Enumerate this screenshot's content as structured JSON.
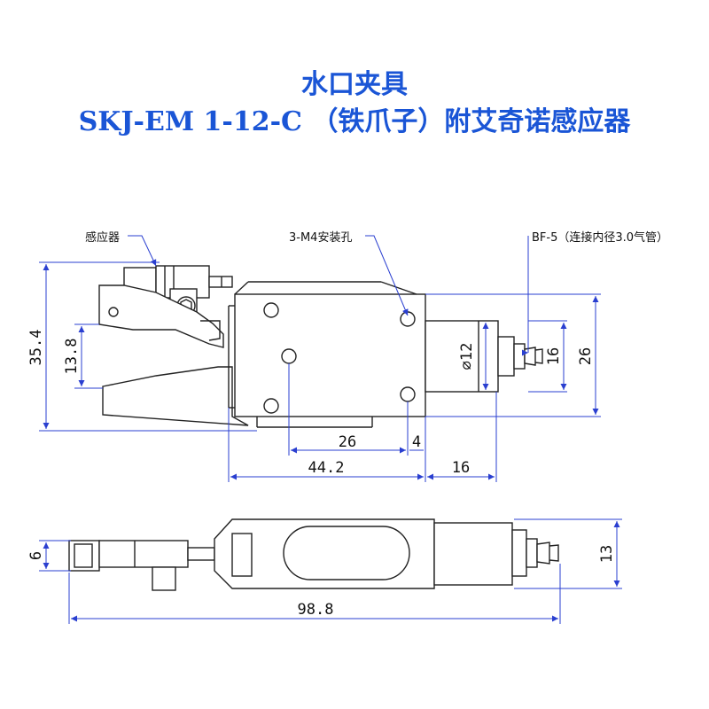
{
  "title": {
    "line1": "水口夹具",
    "line2": "SKJ-EM 1-12-C （铁爪子）附艾奇诺感应器"
  },
  "labels": {
    "sensor": "感应器",
    "holes": "3-M4安装孔",
    "fitting": "BF-5（连接内径3.0气管）"
  },
  "dimensions": {
    "d_35_4": "35.4",
    "d_13_8": "13.8",
    "d_12": "⌀12",
    "d_16v": "16",
    "d_26v": "26",
    "d_26h": "26",
    "d_4": "4",
    "d_44_2": "44.2",
    "d_16h": "16",
    "d_6": "6",
    "d_13": "13",
    "d_98_8": "98.8"
  },
  "colors": {
    "title": "#1a55d6",
    "dimension_line": "#2a3fd0",
    "outline": "#222222"
  }
}
